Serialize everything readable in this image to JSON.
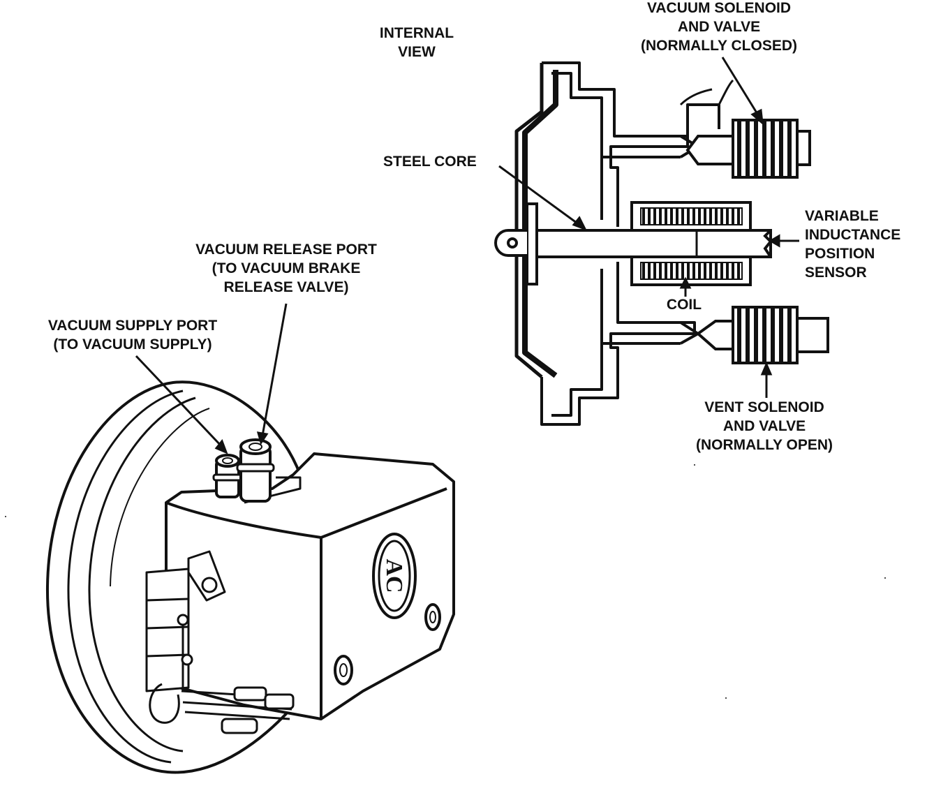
{
  "labels": {
    "internal_view": [
      "INTERNAL",
      "VIEW"
    ],
    "vacuum_solenoid": [
      "VACUUM SOLENOID",
      "AND VALVE",
      "(NORMALLY CLOSED)"
    ],
    "steel_core": [
      "STEEL CORE"
    ],
    "position_sensor": [
      "VARIABLE",
      "INDUCTANCE",
      "POSITION",
      "SENSOR"
    ],
    "coil": [
      "COIL"
    ],
    "vent_solenoid": [
      "VENT SOLENOID",
      "AND VALVE",
      "(NORMALLY OPEN)"
    ],
    "vacuum_release_port": [
      "VACUUM RELEASE PORT",
      "(TO VACUUM BRAKE",
      "RELEASE VALVE)"
    ],
    "vacuum_supply_port": [
      "VACUUM SUPPLY PORT",
      "(TO VACUUM SUPPLY)"
    ]
  },
  "logo_text": "AC",
  "colors": {
    "ink": "#111111",
    "paper": "#ffffff"
  }
}
